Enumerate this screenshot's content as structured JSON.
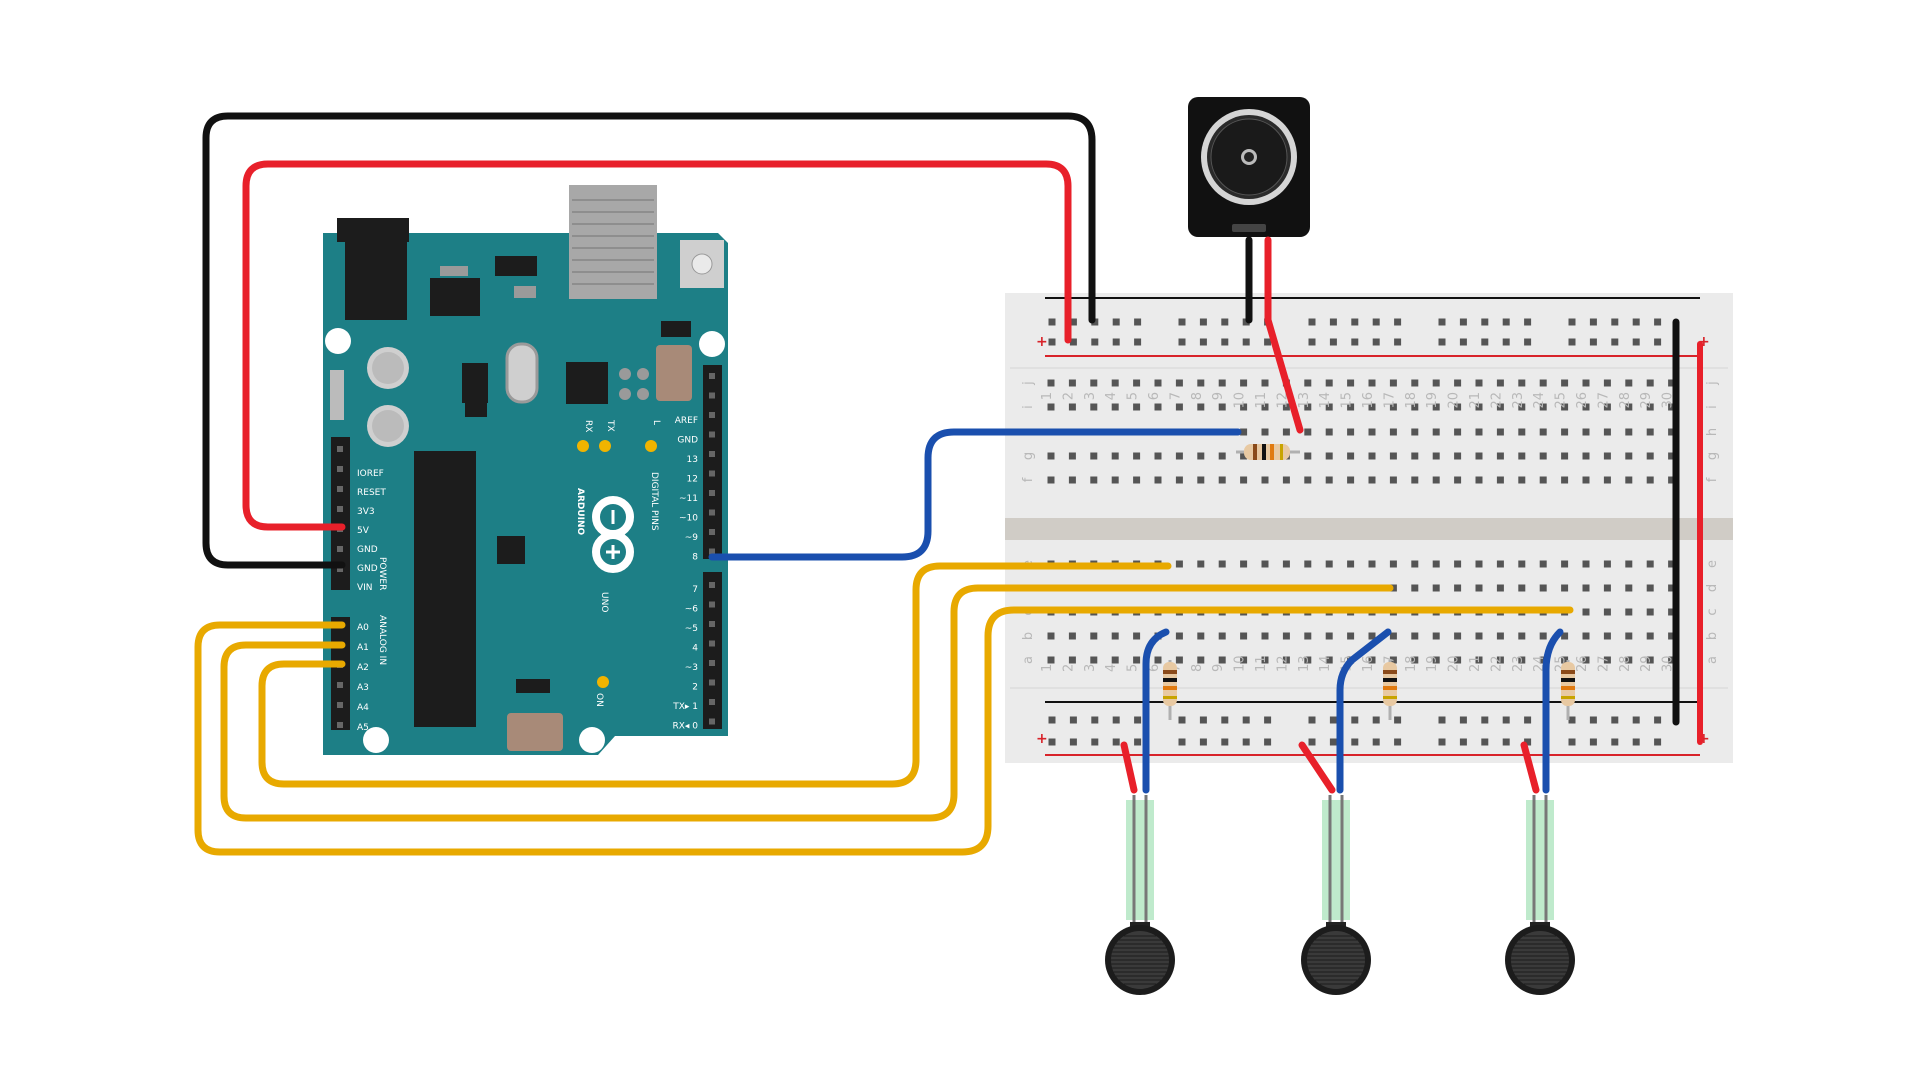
{
  "colors": {
    "board": "#1d7f86",
    "board_dark": "#115a60",
    "breadboard": "#e9e9e9",
    "divider": "#d0ccc6",
    "rail_red": "#d8232a",
    "wire_red": "#e8202a",
    "wire_black": "#111111",
    "wire_blue": "#1a4fae",
    "wire_yellow": "#e8a900",
    "fsr_strip": "#bfeacc"
  },
  "arduino": {
    "brand": "ARDUINO",
    "model": "UNO",
    "on_label": "ON",
    "power_header": [
      "IOREF",
      "RESET",
      "3V3",
      "5V",
      "GND",
      "GND",
      "VIN"
    ],
    "power_title": "POWER",
    "analog_header": [
      "A0",
      "A1",
      "A2",
      "A3",
      "A4",
      "A5"
    ],
    "analog_title": "ANALOG IN",
    "digital_title": "DIGITAL PINS",
    "digital_top": [
      "AREF",
      "GND",
      "13",
      "12",
      "~11",
      "~10",
      "~9",
      "8"
    ],
    "digital_bottom": [
      "7",
      "~6",
      "~5",
      "4",
      "~3",
      "2",
      "TX▸ 1",
      "RX◂ 0"
    ],
    "leds": [
      "RX",
      "TX",
      "L"
    ]
  },
  "breadboard": {
    "columns": [
      "1",
      "2",
      "3",
      "4",
      "5",
      "6",
      "7",
      "8",
      "9",
      "10",
      "11",
      "12",
      "13",
      "14",
      "15",
      "16",
      "17",
      "18",
      "19",
      "20",
      "21",
      "22",
      "23",
      "24",
      "25",
      "26",
      "27",
      "28",
      "29",
      "30"
    ],
    "rows_top": [
      "j",
      "i",
      "h",
      "g",
      "f"
    ],
    "rows_bottom": [
      "e",
      "d",
      "c",
      "b",
      "a"
    ],
    "rail_plus": "+",
    "rail_minus": "-"
  },
  "components": {
    "speaker": "speaker-icon",
    "sensors": [
      "force-sensor-1",
      "force-sensor-2",
      "force-sensor-3"
    ]
  }
}
